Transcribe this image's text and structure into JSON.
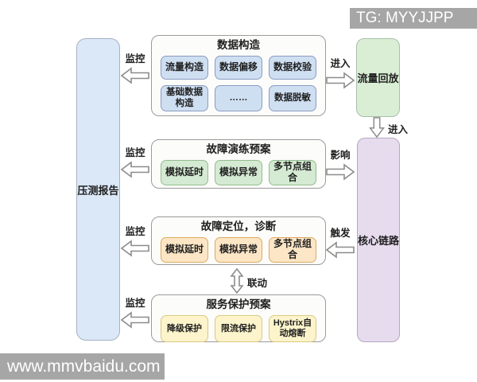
{
  "watermark": {
    "top": "TG: MYYJJPP",
    "bottom": "www.mmvbaidu.com"
  },
  "left_panel": {
    "label": "压测报告"
  },
  "flow": {
    "groups": [
      {
        "title": "数据构造",
        "items": [
          "流量构造",
          "数据偏移",
          "数据校验",
          "基础数据构造",
          "……",
          "数据脱敏"
        ]
      },
      {
        "title": "故障演练预案",
        "items": [
          "模拟延时",
          "模拟异常",
          "多节点组合"
        ]
      },
      {
        "title": "故障定位，诊断",
        "items": [
          "模拟延时",
          "模拟异常",
          "多节点组合"
        ]
      },
      {
        "title": "服务保护预案",
        "items": [
          "降级保护",
          "限流保护",
          "Hystrix自动熔断"
        ]
      }
    ],
    "traffic_replay": "流量回放",
    "core_link": "核心链路"
  },
  "arrow_labels": {
    "monitor": "监控",
    "enter": "进入",
    "impact": "影响",
    "trigger": "触发",
    "linkage": "联动"
  },
  "colors": {
    "left_panel_fill": "#dbe8f7",
    "blue_item_fill": "#cfdff2",
    "green_item_fill": "#d5ead2",
    "orange_item_fill": "#fce6c5",
    "yellow_item_fill": "#fdf4cb",
    "traffic_replay_fill": "#d9eed5",
    "core_link_fill": "#e7dbee",
    "watermark_bg": "#a6a6a6"
  }
}
